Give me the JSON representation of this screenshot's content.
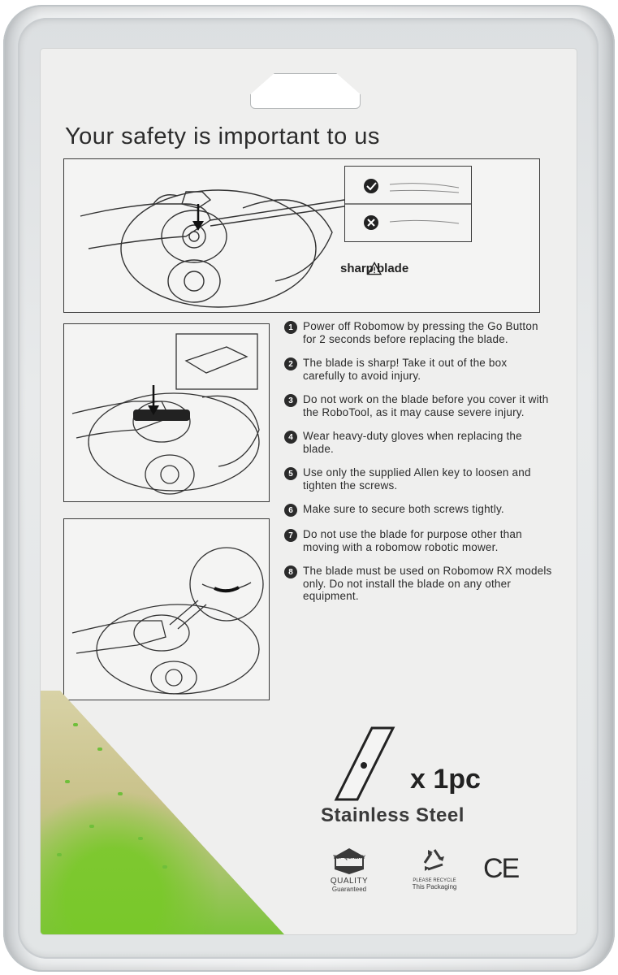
{
  "title": "Your safety is important to us",
  "warning": {
    "label": "sharp blade",
    "icon": "warning-triangle-icon"
  },
  "legend": {
    "ok_icon": "checkmark-icon",
    "no_icon": "cross-icon"
  },
  "steps": [
    {
      "num": "1",
      "text": "Power off Robomow by pressing the Go Button for 2 seconds before replacing the blade."
    },
    {
      "num": "2",
      "text": "The blade is sharp! Take it out of the box carefully to avoid injury."
    },
    {
      "num": "3",
      "text": "Do not work on the blade before you cover it with the RoboTool, as it may cause severe injury."
    },
    {
      "num": "4",
      "text": "Wear heavy-duty gloves when replacing the blade."
    },
    {
      "num": "5",
      "text": "Use only the supplied Allen key to loosen and tighten the screws."
    },
    {
      "num": "6",
      "text": "Make sure to secure both screws tightly."
    },
    {
      "num": "7",
      "text": "Do not use the blade for purpose other than moving with a robomow robotic mower."
    },
    {
      "num": "8",
      "text": "The blade must be used on Robomow RX models only. Do not install the blade on any other equipment."
    }
  ],
  "product": {
    "count": "x 1pc",
    "material": "Stainless Steel"
  },
  "badges": {
    "quality_top": "TOP QUALITY",
    "quality_title": "QUALITY",
    "quality_sub": "Guaranteed",
    "recycle_title": "PLEASE RECYCLE",
    "recycle_sub": "This Packaging",
    "ce": "CE"
  },
  "colors": {
    "card": "#efefee",
    "ink": "#2b2b2b",
    "grass": "#7cc43a"
  }
}
